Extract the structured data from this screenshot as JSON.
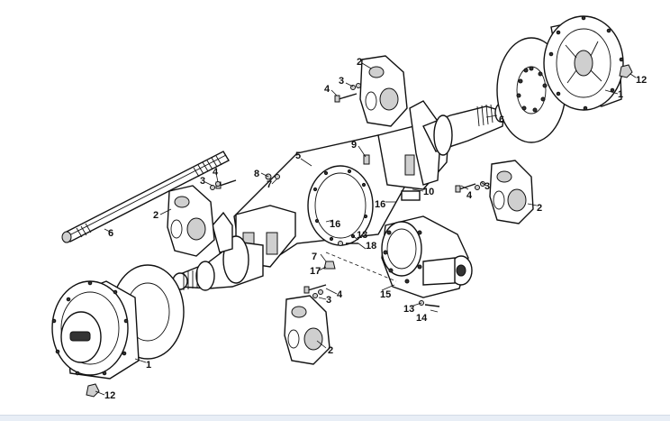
{
  "diagram": {
    "callouts": {
      "p1_right": "1",
      "p12_right": "12",
      "p2_top": "2",
      "p3_top": "3",
      "p4_top": "4",
      "p6_right": "6",
      "p9": "9",
      "p5": "5",
      "p8": "8",
      "p7_top": "7",
      "p4_mid_left": "4",
      "p3_mid_left": "3",
      "p2_left": "2",
      "p16_upper": "16",
      "p10": "10",
      "p4_right": "4",
      "p3_right": "3",
      "p2_right": "2",
      "p6_left": "6",
      "p16_lower": "16",
      "p13_upper": "13",
      "p18": "18",
      "p7_lower": "7",
      "p17": "17",
      "p4_bottom": "4",
      "p3_bottom": "3",
      "p15": "15",
      "p13_lower": "13",
      "p14": "14",
      "p2_bottom": "2",
      "p1_left": "1",
      "p12_left": "12"
    }
  }
}
